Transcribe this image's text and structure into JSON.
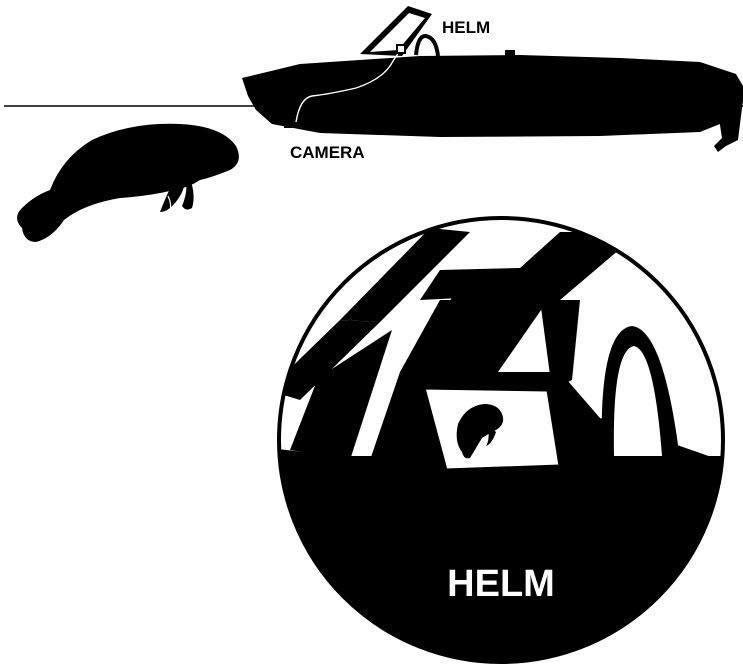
{
  "labels": {
    "helm_top": "HELM",
    "camera": "CAMERA",
    "helm_circle": "HELM"
  },
  "colors": {
    "ink": "#000000",
    "paper": "#ffffff"
  },
  "icons": {
    "boat": "boat-silhouette-icon",
    "manatee": "manatee-silhouette-icon",
    "camera": "camera-icon",
    "helm_view": "helm-magnified-view"
  }
}
